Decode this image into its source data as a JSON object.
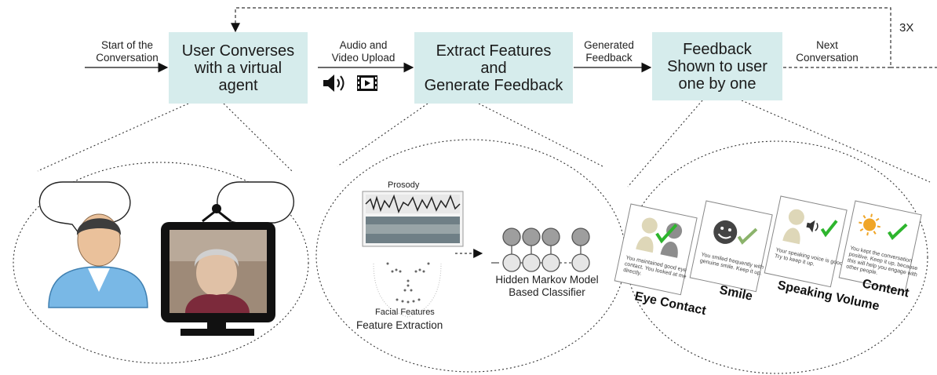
{
  "loop_label": "3X",
  "steps": {
    "converse": [
      "User Converses",
      "with a virtual",
      "agent"
    ],
    "extract": [
      "Extract Features",
      "and",
      "Generate Feedback"
    ],
    "shown": [
      "Feedback",
      "Shown to user",
      "one by one"
    ]
  },
  "edges": {
    "start": [
      "Start of the",
      "Conversation"
    ],
    "upload": [
      "Audio and",
      "Video Upload"
    ],
    "generated": [
      "Generated",
      "Feedback"
    ],
    "next": [
      "Next",
      "Conversation"
    ]
  },
  "middle_panel": {
    "prosody": "Prosody",
    "facial": "Facial Features",
    "extraction": "Feature Extraction",
    "classifier": [
      "Hidden Markov Model",
      "Based Classifier"
    ]
  },
  "cards": [
    {
      "title": "Eye Contact",
      "text": [
        "You maintained good eye",
        "contact. You looked at me",
        "directly."
      ]
    },
    {
      "title": "Smile",
      "text": [
        "You smiled frequently with a",
        "genuine smile. Keep it up."
      ]
    },
    {
      "title": "Speaking Volume",
      "text": [
        "Your speaking voice is good.",
        "Try to keep it up."
      ]
    },
    {
      "title": "Content",
      "text": [
        "You kept the conversation",
        "positive. Keep it up, because",
        "this will help you engage with",
        "other people."
      ]
    }
  ],
  "colors": {
    "box_fill": "#d6ecec",
    "check": "#2db52d",
    "node": "#9e9e9e"
  },
  "icons": [
    "speaker-icon",
    "video-icon",
    "user-icon",
    "monitor-icon",
    "check-icon",
    "sun-icon",
    "smiley-icon"
  ]
}
